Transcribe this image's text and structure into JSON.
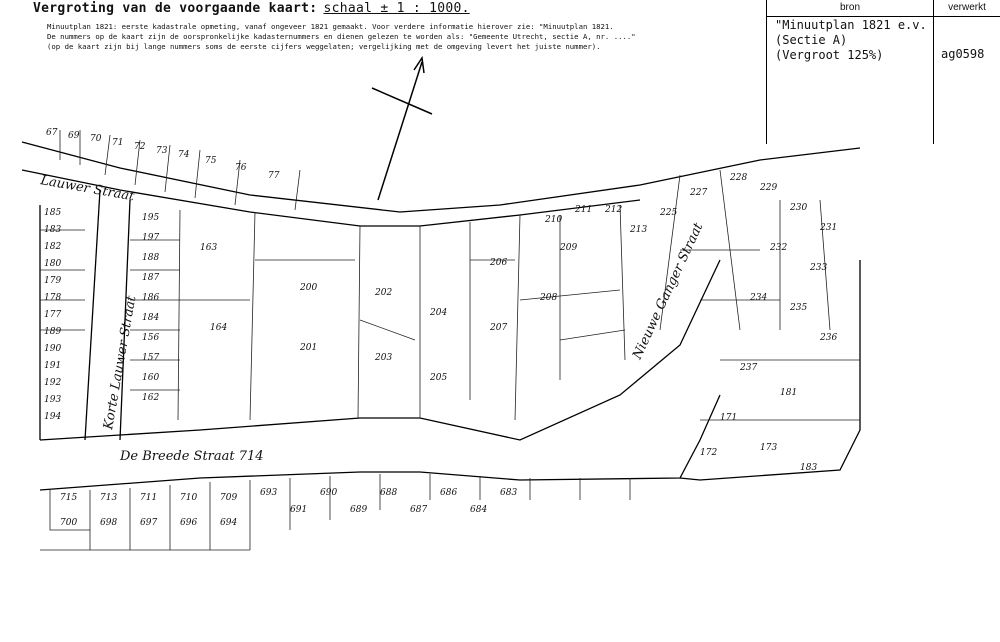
{
  "header": {
    "title": "Vergroting van de voorgaande kaart:",
    "scale": "schaal ± 1 : 1000.",
    "notes": [
      "Minuutplan 1821: eerste kadastrale opmeting, vanaf ongeveer 1821 gemaakt. Voor verdere informatie hierover zie: \"Minuutplan 1821.",
      "De nummers op de kaart zijn de oorspronkelijke kadasternummers en dienen gelezen te worden als: \"Gemeente Utrecht, sectie A, nr. ....\"",
      "(op de kaart zijn bij lange nummers soms de eerste cijfers weggelaten; vergelijking met de omgeving levert het juiste nummer)."
    ]
  },
  "info_box": {
    "col_source": "bron",
    "col_processed": "verwerkt",
    "source_lines": [
      "\"Minuutplan 1821 e.v.",
      "(Sectie A)",
      "(Vergroot 125%)"
    ],
    "reference": "ag0598"
  },
  "map": {
    "streets": [
      "Lauwer Straat",
      "Korte Lauwer Straat",
      "De Breede Straat 714",
      "Nieuwe Ganger Straat"
    ],
    "parcels": [
      "67",
      "69",
      "70",
      "71",
      "72",
      "73",
      "74",
      "75",
      "76",
      "77",
      "185",
      "183",
      "182",
      "180",
      "179",
      "178",
      "177",
      "189",
      "190",
      "191",
      "192",
      "193",
      "194",
      "195",
      "197",
      "188",
      "187",
      "186",
      "184",
      "156",
      "157",
      "160",
      "162",
      "163",
      "164",
      "200",
      "201",
      "202",
      "203",
      "204",
      "205",
      "206",
      "207",
      "208",
      "209",
      "210",
      "211",
      "212",
      "213",
      "225",
      "227",
      "228",
      "229",
      "230",
      "231",
      "232",
      "233",
      "234",
      "235",
      "236",
      "237",
      "181",
      "171",
      "173",
      "183",
      "172",
      "715",
      "713",
      "711",
      "710",
      "709",
      "700",
      "698",
      "697",
      "696",
      "694",
      "693",
      "691",
      "690",
      "689",
      "688",
      "687",
      "686",
      "684",
      "683"
    ]
  }
}
